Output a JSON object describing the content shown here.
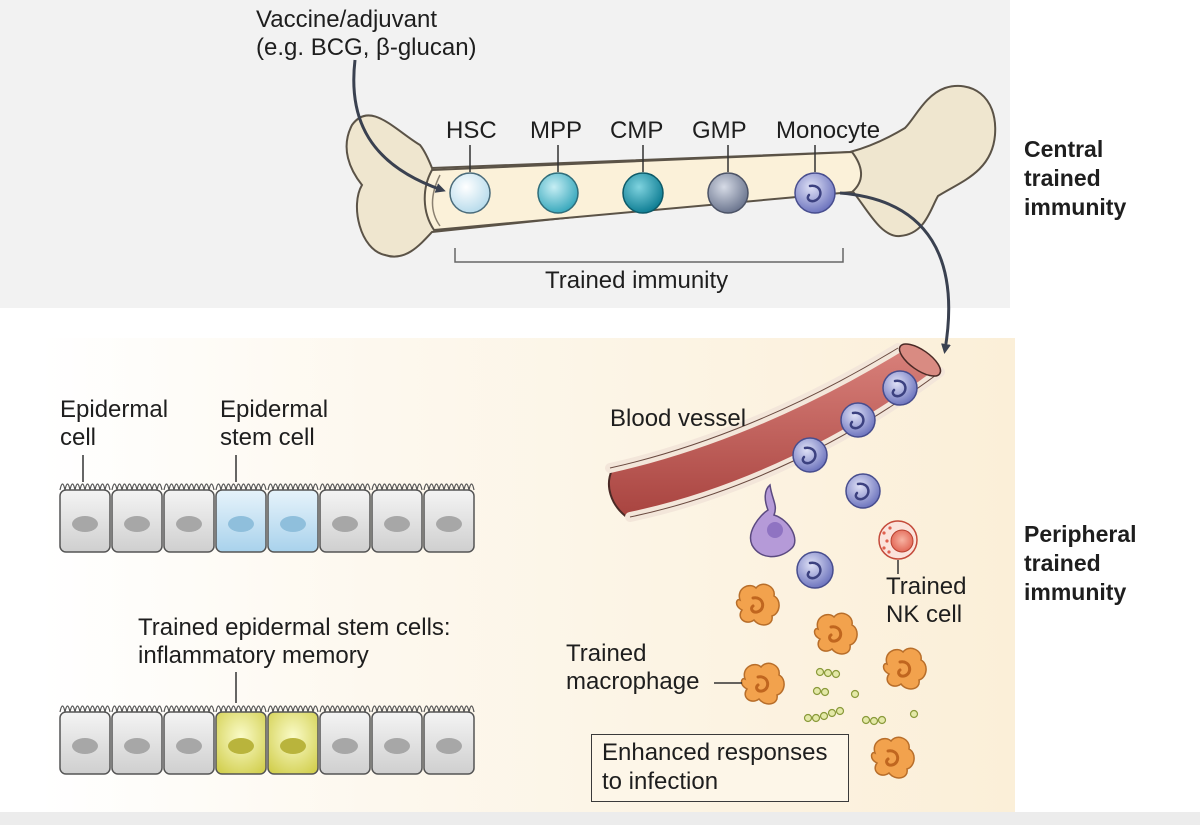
{
  "central": {
    "vaccine_label": "Vaccine/adjuvant\n(e.g. BCG, β-glucan)",
    "cells": [
      {
        "label": "HSC",
        "color": "#dff0f7"
      },
      {
        "label": "MPP",
        "color": "#6cc4d4"
      },
      {
        "label": "CMP",
        "color": "#1f9ab0"
      },
      {
        "label": "GMP",
        "color": "#8893a6"
      },
      {
        "label": "Monocyte",
        "color": "#8d93d0"
      }
    ],
    "trained_immunity_label": "Trained immunity",
    "section_label": "Central\ntrained\nimmunity"
  },
  "peripheral": {
    "epidermal_cell_label": "Epidermal\ncell",
    "epidermal_stem_cell_label": "Epidermal\nstem cell",
    "trained_stem_cells_label": "Trained epidermal stem cells:\ninflammatory memory",
    "blood_vessel_label": "Blood vessel",
    "trained_nk_label": "Trained\nNK cell",
    "trained_macrophage_label": "Trained\nmacrophage",
    "enhanced_responses_label": "Enhanced responses\nto infection",
    "section_label": "Peripheral\ntrained\nimmunity"
  },
  "colors": {
    "bone": "#efe6cf",
    "marrow": "#fbf1d9",
    "stem_cell_blue": "#cfe7f5",
    "trained_yellow": "#e6e48a",
    "vessel": "#c0524e",
    "macrophage": "#f2a24d",
    "monocyte": "#8d93d0"
  }
}
